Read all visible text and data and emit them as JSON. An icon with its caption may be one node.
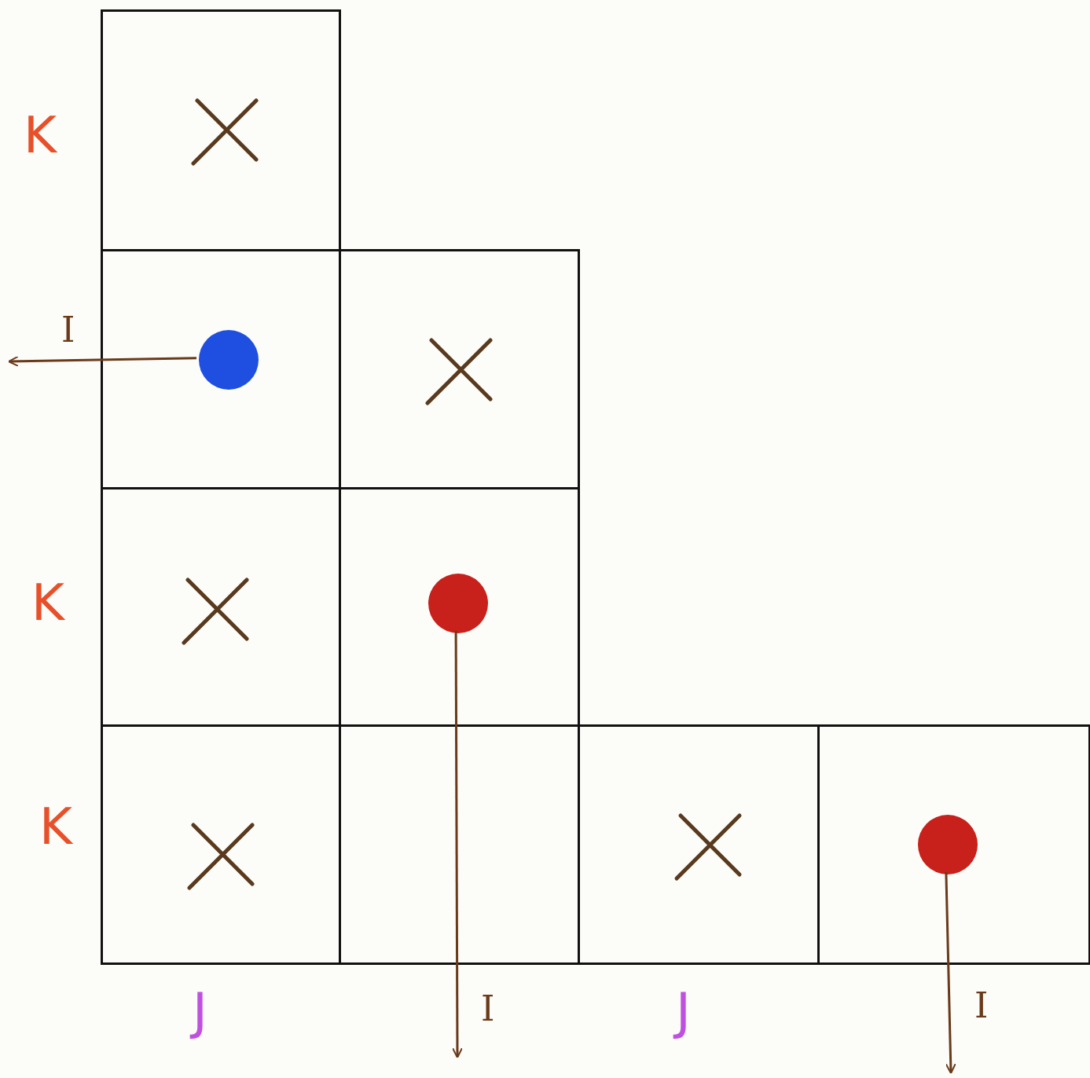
{
  "diagram": {
    "nodes": [
      {
        "text": [],
        "shape": "box"
      },
      {
        "text": [],
        "shape": "box"
      },
      {
        "text": [],
        "shape": "box"
      },
      {
        "text": [],
        "shape": "box"
      },
      {
        "text": [],
        "shape": "box"
      },
      {
        "text": [],
        "shape": "box"
      },
      {
        "text": [],
        "shape": "box"
      },
      {
        "text": [],
        "shape": "box"
      },
      {
        "text": [],
        "shape": "box"
      },
      {
        "text": [],
        "shape": "circle",
        "in": 1
      },
      {
        "text": [],
        "shape": "circle",
        "in": 4
      },
      {
        "text": [],
        "shape": "circle",
        "in": 8
      }
    ],
    "edges": [
      {
        "from": 9,
        "to": null,
        "arrow": "to",
        "label": "I"
      },
      {
        "from": 10,
        "to": null,
        "arrow": "to",
        "label": "I"
      },
      {
        "from": 11,
        "to": null,
        "arrow": "to",
        "label": "I"
      }
    ],
    "labels": [
      "K",
      "K",
      "K",
      "J",
      "J"
    ]
  }
}
